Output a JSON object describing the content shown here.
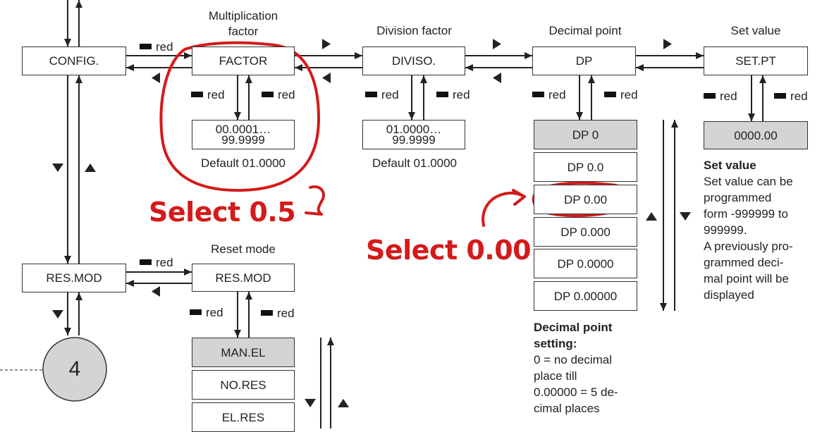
{
  "red_label": "red",
  "headings": {
    "multiplication_factor_line1": "Multiplication",
    "multiplication_factor_line2": "factor",
    "division_factor": "Division factor",
    "decimal_point": "Decimal point",
    "set_value": "Set value",
    "reset_mode": "Reset mode"
  },
  "boxes": {
    "config": "CONFIG.",
    "factor": "FACTOR",
    "diviso": "DIVISO.",
    "dp": "DP",
    "set_pt": "SET.PT",
    "res_mod_left": "RES.MOD",
    "res_mod_right": "RES.MOD",
    "factor_range_line1": "00.0001…",
    "factor_range_line2": "99.9999",
    "diviso_range_line1": "01.0000…",
    "diviso_range_line2": "99.9999",
    "set_pt_value": "0000.00",
    "step_circle": "4"
  },
  "defaults": {
    "factor": "Default 01.0000",
    "diviso": "Default 01.0000"
  },
  "dp_options": [
    "DP 0",
    "DP 0.0",
    "DP 0.00",
    "DP 0.000",
    "DP 0.0000",
    "DP 0.00000"
  ],
  "reset_options": [
    "MAN.EL",
    "NO.RES",
    "EL.RES"
  ],
  "notes": {
    "set_value_title": "Set value",
    "set_value_lines": [
      "Set value can be",
      "programmed",
      "form -999999 to",
      "999999.",
      "A previously pro-",
      "grammed deci-",
      "mal point will be",
      "displayed"
    ],
    "decimal_title_lines": [
      "Decimal point",
      "setting:"
    ],
    "decimal_lines": [
      "0 = no decimal",
      "place till",
      "0.00000 = 5 de-",
      "cimal places"
    ]
  },
  "annotations": {
    "select_factor": "Select 0.5",
    "select_dp": "Select 0.00"
  },
  "colors": {
    "annotation": "#d41a1a",
    "highlight_box": "#d4d4d4",
    "line": "#222222"
  }
}
